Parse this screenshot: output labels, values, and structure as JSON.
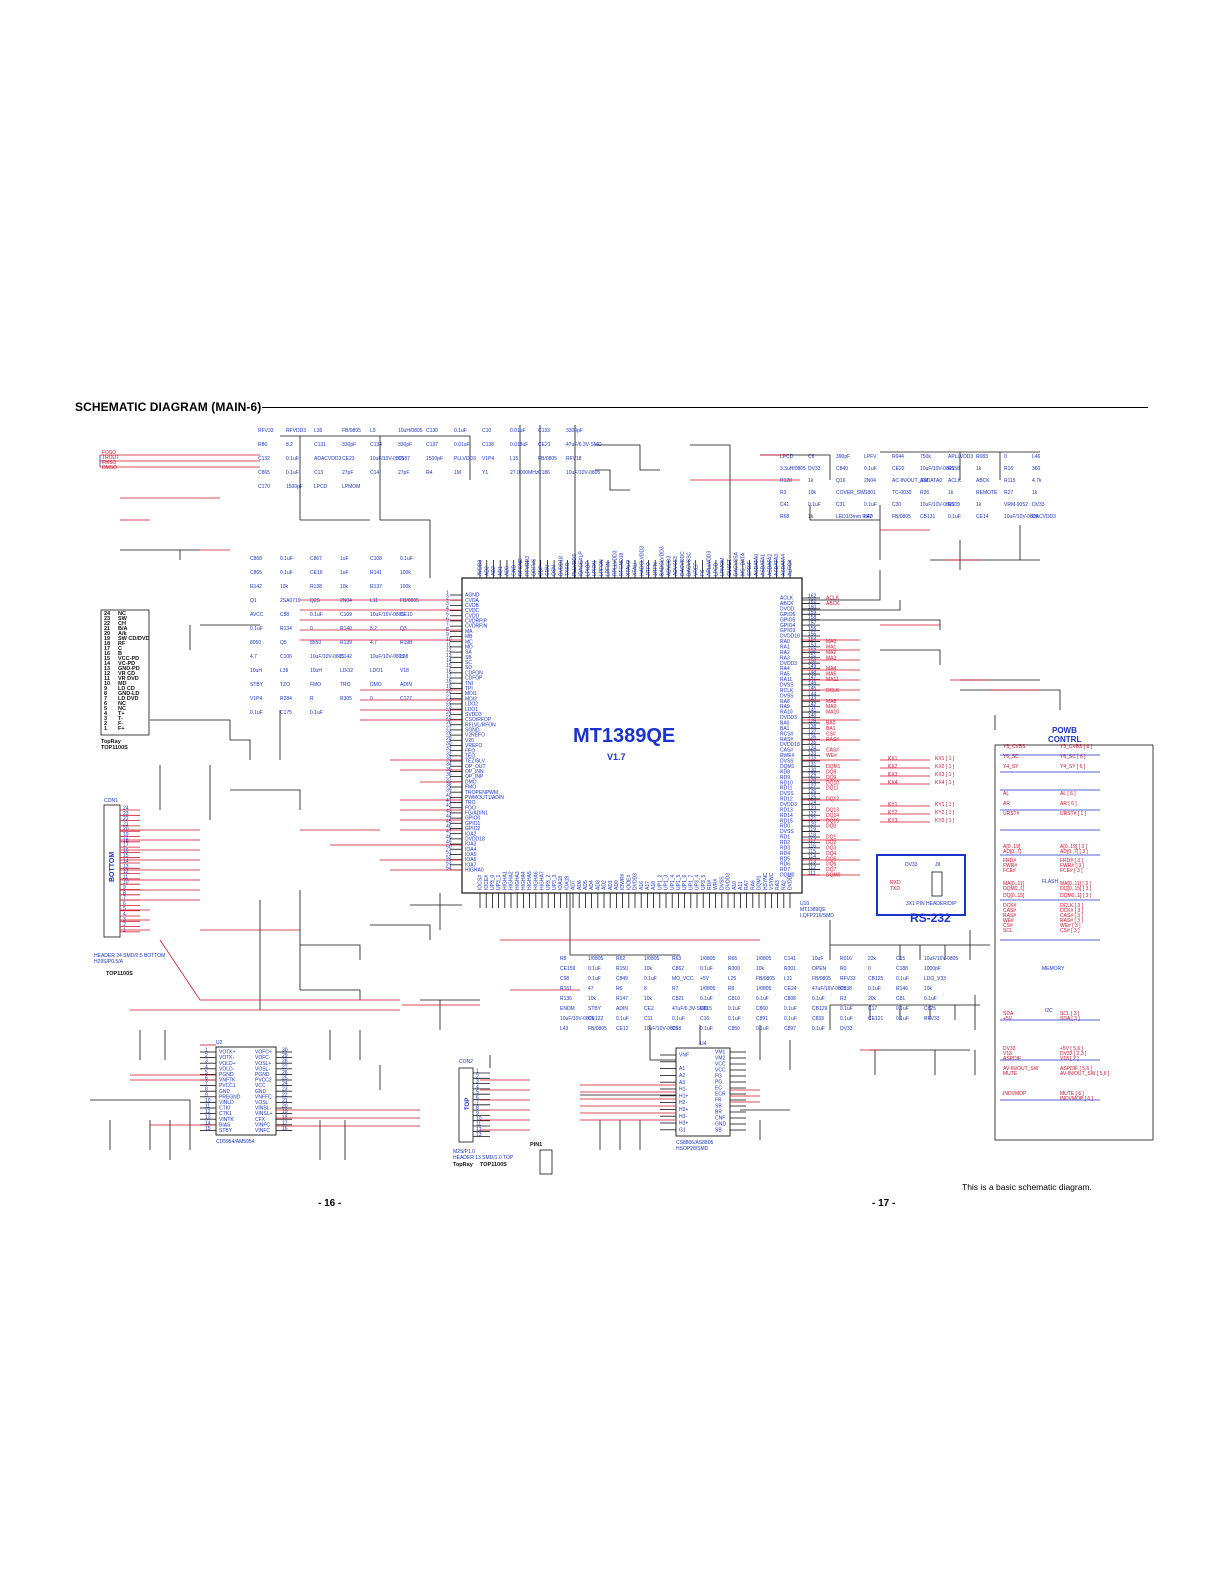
{
  "header": {
    "title": "SCHEMATIC DIAGRAM (MAIN-6)"
  },
  "main_ic": {
    "name": "MT1389QE",
    "version": "V1.7",
    "ref": "U10",
    "package": "MT1389QE",
    "part_suffix": "LQFP216/SMD"
  },
  "rs232": {
    "label": "RS-232",
    "ref": "J9",
    "connector": "3X1 PIN HEADER/DIP",
    "power": "DV33",
    "pins": [
      "RXD",
      "TXD"
    ]
  },
  "connectors": {
    "pickup": {
      "pins": [
        "24",
        "23",
        "22",
        "21",
        "20",
        "19",
        "18",
        "17",
        "16",
        "15",
        "14",
        "13",
        "12",
        "11",
        "10",
        "9",
        "8",
        "7",
        "6",
        "5",
        "4",
        "3",
        "2",
        "1"
      ],
      "signals": [
        "NC",
        "SW",
        "CH",
        "B/A",
        "A/k",
        "SW CD/DVD",
        "RF",
        "C",
        "B",
        "VCC-PD",
        "VC-PD",
        "GND-PD",
        "VR CD",
        "VR DVD",
        "MD",
        "LD CD",
        "GND-LD",
        "LD DVD",
        "NC",
        "NC",
        "T+",
        "T-",
        "F-",
        "F+"
      ],
      "maker": "TopRay",
      "model": "TOP1100S"
    },
    "con1": {
      "ref": "CON1",
      "side": "BOTTOM",
      "description": "HEADER 24 SMD/0.5 BOTTOM",
      "sub": "H29S/P0.5/A",
      "model": "TOP1100S"
    },
    "con2": {
      "ref": "CON2",
      "side": "TOP",
      "description": "HEADER 13 SMD/1.0 TOP",
      "sub": "M2S/P1.0",
      "maker": "TopRay",
      "model": "TOP1100S",
      "pin_header": "PIN1"
    }
  },
  "driver_ics": {
    "u2": {
      "ref": "U2",
      "part": "CD5954/AM5954"
    },
    "u4": {
      "ref": "U4",
      "part": "CS8806/AS8805",
      "package": "HSOP28/SMD"
    }
  },
  "blocks": {
    "power_control": {
      "line1": "POWB",
      "line2": "CONTRL"
    },
    "flash_label": "FLASH",
    "memory_label": "MEMORY",
    "i2c_label": "I2C"
  },
  "left_labels": [
    "FOSO",
    "TROUT",
    "FMSO",
    "DMSO"
  ],
  "top_labels": [
    "RFV33",
    "RFVDD3",
    "L36",
    "FB/0805",
    "L9",
    "10uH/0805",
    "C130",
    "0.1uF",
    "C10",
    "0.01uF",
    "C133",
    "3300pF",
    "R86",
    "8.2",
    "C131",
    "330pF",
    "C134",
    "330pF",
    "C137",
    "0.01uF",
    "C138",
    "0.018uF",
    "CE21",
    "47uF/6.3V-SMD",
    "C132",
    "0.1uF",
    "ADACVDD3",
    "CE23",
    "10uF/10V-0805",
    "C187",
    "1500pF",
    "PLLVDD3",
    "V1P4",
    "L15",
    "FB/0805",
    "RFV18",
    "C865",
    "0.1uF",
    "C13",
    "27pF",
    "C14",
    "27pF",
    "R4",
    "1M",
    "Y1",
    "27.0000MHz",
    "C186",
    "10uF/10V-0805",
    "C170",
    "1500pF",
    "LPCD",
    "LPMOM"
  ],
  "top_right_labels": [
    "LPCD",
    "C6",
    "390pF",
    "LPFV",
    "R044",
    "750k",
    "APLLVDD3",
    "R083",
    "0",
    "L46",
    "3.3uH/0805",
    "DV33",
    "C840",
    "0.1uF",
    "CE22",
    "10uF/10V-0805",
    "R158",
    "1k",
    "R16",
    "360",
    "R128",
    "1k",
    "Q16",
    "2N04",
    "AC-IN/OUT_SW",
    "ASDATA0",
    "ACLK",
    "ABCK",
    "R115",
    "4.7k",
    "R3",
    "10k",
    "COVER_SW",
    "S801",
    "TC-0030",
    "R26",
    "1k",
    "REMOTE",
    "R27",
    "1k",
    "C41",
    "0.1uF",
    "C31",
    "0.1uF",
    "C30",
    "10uF/10V-0805",
    "R109",
    "1k",
    "VRM-9052",
    "DV33",
    "R68",
    "1k",
    "LED1/3mm RED",
    "L47",
    "FB/0805",
    "CB131",
    "0.1uF",
    "CE14",
    "10uF/10V-0805",
    "DACVDD3"
  ],
  "mid_labels": [
    "C868",
    "0.1uF",
    "C867",
    "1uF",
    "C108",
    "0.1uF",
    "C865",
    "0.1uF",
    "CE16",
    "1uF",
    "R141",
    "100k",
    "R142",
    "10k",
    "R138",
    "10k",
    "R137",
    "100k",
    "Q1",
    "2SA0719",
    "Q2S",
    "2N04",
    "L11",
    "FB/0805",
    "AVCC",
    "C88",
    "0.1uF",
    "C109",
    "10uF/16V-0805",
    "CE10",
    "0.1uF",
    "R134",
    "0",
    "R140",
    "8.2",
    "Q3",
    "8050",
    "Q5",
    "8550",
    "R139",
    "4.7",
    "R19B",
    "4.7",
    "C106",
    "10uF/10V-0805",
    "C142",
    "10uF/10V-0805",
    "L38",
    "10uH",
    "L39",
    "10uH",
    "LDO2",
    "LDO1",
    "V18",
    "STBY",
    "TZO",
    "FMO",
    "TRO",
    "DMO",
    "ADIN",
    "V1P4",
    "R284",
    "R",
    "R305",
    "0",
    "C127",
    "0.1uF",
    "C175",
    "0.1uF"
  ],
  "bottom_labels": [
    "R8",
    "1/0805",
    "R62",
    "1/0805",
    "R63",
    "1/0805",
    "R65",
    "1/0805",
    "C141",
    "10uF",
    "R016",
    "22k",
    "C15",
    "10uF/16V-0805",
    "CE159",
    "0.1uF",
    "R150",
    "10k",
    "C862",
    "0.1uF",
    "R300",
    "10k",
    "R301",
    "OPEN",
    "R0",
    "0",
    "C188",
    "1000pF",
    "C98",
    "0.1uF",
    "C849",
    "0.1uF",
    "MO_VCC",
    "+5V",
    "L25",
    "FB/0805",
    "L31",
    "FB/0805",
    "RFV33",
    "CB125",
    "0.1uF",
    "LDO_V33",
    "R161",
    "47",
    "R6",
    "8",
    "R7",
    "1/0805",
    "R9",
    "1/0805",
    "CE24",
    "47uF/16V-0805",
    "C838",
    "0.1uF",
    "R146",
    "10k",
    "R136",
    "10k",
    "R147",
    "10k",
    "C821",
    "0.1uF",
    "C810",
    "0.1uF",
    "C808",
    "0.1uF",
    "R3",
    "20k",
    "C81",
    "0.1uF",
    "ENDM",
    "STBY",
    "ADIN",
    "CE2",
    "47uF/6.3V-SMD",
    "C815",
    "0.1uF",
    "C860",
    "0.1uF",
    "CB129",
    "0.1uF",
    "C17",
    "0.1uF",
    "C825",
    "10uF/10V-0805",
    "CE122",
    "0.1uF",
    "C11",
    "0.1uF",
    "C16",
    "0.1uF",
    "C891",
    "0.1uF",
    "C833",
    "0.1uF",
    "CE121",
    "0.1uF",
    "RFV33",
    "L43",
    "FB/0805",
    "CE12",
    "10uF/10V-0805",
    "C18",
    "0.1uF",
    "C850",
    "0.1uF",
    "C897",
    "0.1uF",
    "DV33"
  ],
  "right_signals": [
    "Y5_CVBS",
    "Y6_SC",
    "Y4_SY",
    "AL",
    "AR",
    "URST#",
    "A[0..19]",
    "AD[0..7]",
    "FRD#",
    "FWR#",
    "FCE#",
    "MA[0..11]",
    "DQM0..1]",
    "DQ[0..15]",
    "DCK#",
    "CAS#",
    "RAS#",
    "WE#",
    "CS#",
    "SCL",
    "SDA",
    "+5V",
    "DV33",
    "V18",
    "ASPDIF",
    "AV-IN/OUT_SW",
    "MUTE",
    "INDVMOP"
  ],
  "right_targets": [
    "Y5_CVBS [ 6 ]",
    "Y6_SC [ 6 ]",
    "Y4_SY [ 6 ]",
    "AL [ 6 ]",
    "AR [ 6 ]",
    "URST# [ 1 ]",
    "A[0..19] [ 3 ]",
    "AD[0..7] [ 3 ]",
    "FRD# [ 3 ]",
    "FWR# [ 3 ]",
    "FCE# [ 3 ]",
    "MA[0..11] [ 3 ]",
    "DQ[0..15] [ 3 ]",
    "DQM0..1] [ 3 ]",
    "DCLK [ 3 ]",
    "DCK# [ 3 ]",
    "CAS# [ 3 ]",
    "RAS# [ 3 ]",
    "WE# [ 3 ]",
    "CS# [ 3 ]",
    "SCL [ 3 ]",
    "SDA [ 3 ]",
    "+5V [ 5,6 ]",
    "DV33 [ 2,3 ]",
    "V18 [ 2 ]",
    "ASPDIF [ 5,6 ]",
    "AV-IN/OUT_SW [ 5,6 ]",
    "MUTE [ 6 ]",
    "INDVMOP [ 6 ]"
  ],
  "kx_labels": [
    "KX1",
    "KX2",
    "KX3",
    "KX4",
    "KY1",
    "KY2",
    "KY3"
  ],
  "kx_targets": [
    "KX1 [ 1 ]",
    "KX2 [ 1 ]",
    "KX3 [ 1 ]",
    "KX4 [ 1 ]",
    "KY1 [ 1 ]",
    "KY2 [ 1 ]",
    "KY3 [ 1 ]"
  ],
  "ic_left_pins": [
    "AGND",
    "CVDA",
    "CVDB",
    "CVDC",
    "CVDD",
    "CVDRFIP",
    "CVDRFIN",
    "MA",
    "MB",
    "MC",
    "MD",
    "SA",
    "SB",
    "SC",
    "SD",
    "CDFON",
    "CDFOP",
    "TNI",
    "TPI",
    "MDI1",
    "MDI2",
    "LDO2",
    "LDO1",
    "SVDD3",
    "CSO/RFOP",
    "RFLVL/RFON",
    "SGND",
    "V2REFO",
    "V20",
    "VREFO",
    "FEO",
    "TEO",
    "TEZISLV",
    "OP_OUT",
    "OP_INN",
    "OP_INP",
    "DMO",
    "FMO",
    "TROPENPWM",
    "PWMOUT1/ADIN",
    "TRO",
    "FOO",
    "FG/ADIN1",
    "GPIO0",
    "GPIO1",
    "GPIO2",
    "IOA2",
    "DVDD18",
    "IOA3",
    "IOA4",
    "IOA5",
    "IOA6",
    "IOA7",
    "HIGHA0"
  ],
  "ic_right_pins": [
    "ACLK",
    "ABCK",
    "DVDD",
    "GPIO6",
    "GPIO5",
    "GPIO4",
    "GPIO3",
    "DVDD18",
    "RA0",
    "RA1",
    "RA2",
    "RA3",
    "DVDD3",
    "RA4",
    "RA5",
    "RA11",
    "DVSS",
    "RCLK",
    "DVSS",
    "RA8",
    "RA9",
    "RA10",
    "DVDD3",
    "BA0",
    "BA1",
    "RCS#",
    "RAS#",
    "DVDD18",
    "CAS#",
    "RWE#",
    "DVSS",
    "DQM1",
    "RD8",
    "RD9",
    "RD10",
    "RD11",
    "DVSS",
    "RD12",
    "DVDD3",
    "RD13",
    "RD14",
    "RD15",
    "RD0",
    "DVSS",
    "RD1",
    "RD2",
    "RD3",
    "RD4",
    "RD5",
    "RD6",
    "RD7",
    "DQM0"
  ],
  "ic_right_nets": [
    "ACLK",
    "ABCK",
    "",
    "",
    "",
    "",
    "",
    "",
    "MA0",
    "MA1",
    "MA2",
    "MA3",
    "",
    "MA4",
    "MA5",
    "MA11",
    "",
    "DCLK",
    "",
    "MA8",
    "MA9",
    "MA10",
    "",
    "BA0",
    "BA1",
    "CS#",
    "RAS#",
    "",
    "CAS#",
    "WE#",
    "",
    "DQM1",
    "DQ8",
    "DQ9",
    "DQ10",
    "DQ11",
    "",
    "DQ12",
    "",
    "DQ13",
    "DQ14",
    "DQ15",
    "DQ0",
    "",
    "DQ1",
    "DQ2",
    "DQ3",
    "DQ4",
    "DQ5",
    "DQ6",
    "DQ7",
    "DQM0"
  ],
  "ic_top_pins": [
    "AVDD3",
    "AD3",
    "AD2",
    "AD1",
    "AD0",
    "GND",
    "RFGND",
    "RFVDD3",
    "ORFVS",
    "CDP",
    "CDN",
    "OSN",
    "DVDD18",
    "TXSO",
    "PLLVDD3",
    "IDACEXLP",
    "LPIOP",
    "LPION",
    "LPFON",
    "LPFIN",
    "RPLLVDD3",
    "RFGND18",
    "XTALO",
    "XTALI",
    "HADCLVDD3",
    "JITFO",
    "JITFN",
    "BADCLVDD3",
    "ADVDD3",
    "ADVSS3",
    "DACVDDC",
    "DACVSSC",
    "VREF",
    "FS",
    "APLLVDD3",
    "LPCD",
    "LPMOM",
    "OVSET",
    "DACVSSA",
    "MC_DATA",
    "SPDIF",
    "ASDATA0",
    "ASDATA1",
    "ASDATA2",
    "ASDATA3",
    "ASDATA4",
    "ALRCK"
  ],
  "ic_bottom_pins": [
    "IOCS#",
    "IOCE#",
    "UP3_0",
    "UP3_1",
    "HIGHA1",
    "HIGHA2",
    "HIGHA3",
    "HIGHA4",
    "HIGHA5",
    "HIGHA6",
    "HIGHA7",
    "UP3_2",
    "UP3_3",
    "IOA18",
    "IOA19",
    "AD7",
    "AD6",
    "AD5",
    "AD4",
    "AD3",
    "AD2",
    "AD1",
    "AD0",
    "IOWR#",
    "IOOE#",
    "DVDD3",
    "A16",
    "A17",
    "A18",
    "UP1_2",
    "UP1_3",
    "UP1_4",
    "UP1_5",
    "UP1_6",
    "UP1_7",
    "UP3_4",
    "UP3_5",
    "RD#",
    "WR#",
    "DVSS",
    "DVDD3",
    "A10",
    "A11",
    "RA7",
    "RA6",
    "DQM1",
    "HSYNC",
    "VSYNC",
    "RA3",
    "RA2",
    "DVDD"
  ],
  "u2_left_pins": [
    "VOTK+",
    "VOTK-",
    "VOLD+",
    "VOLD-",
    "PGND",
    "VNFTK",
    "PVCC1",
    "GND",
    "PREGND",
    "VINLD",
    "CTKI",
    "CTK1",
    "VINTK",
    "BIAS",
    "STBY"
  ],
  "u2_right_pins": [
    "VOFC+",
    "VOFC-",
    "VOSL+",
    "VOSL-",
    "PGND",
    "PVCC2",
    "VCC",
    "GND",
    "VNFFC",
    "VOSL",
    "VINSL-",
    "VINSL+",
    "CFX",
    "VINFC",
    "VINFC"
  ],
  "u4_left_pins": [
    "VNF",
    "",
    "A1",
    "A2",
    "A3",
    "H1-",
    "H1+",
    "H2-",
    "H2+",
    "H3-",
    "H3+",
    "G1"
  ],
  "u4_right_pins": [
    "VM1",
    "VM2",
    "VCC",
    "VCC",
    "FG",
    "PG",
    "EC",
    "ECR",
    "FR",
    "SB",
    "BR",
    "CNF",
    "GND",
    "SB"
  ],
  "page_numbers": {
    "left": "- 16 -",
    "right": "- 17 -"
  },
  "footer_note": "This is a basic schematic diagram."
}
